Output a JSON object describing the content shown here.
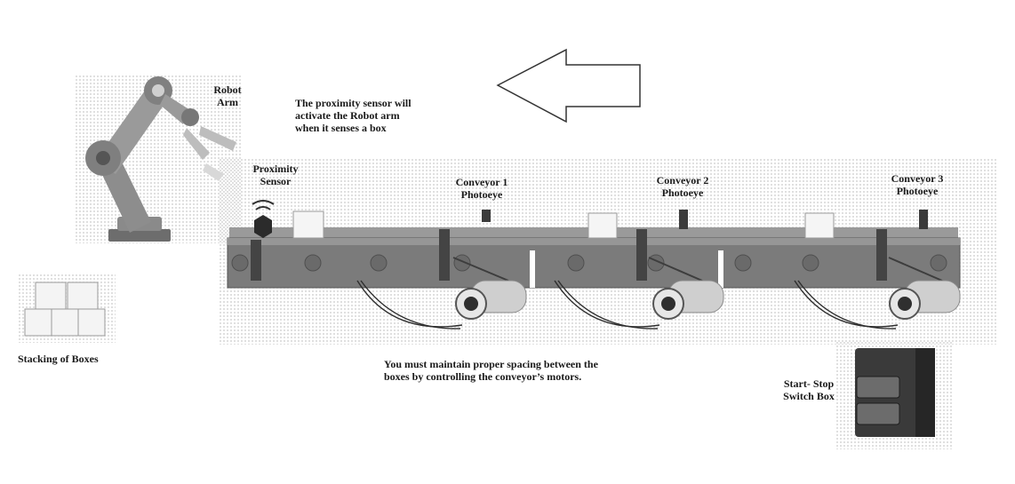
{
  "labels": {
    "robot_arm": [
      "Robot",
      "Arm"
    ],
    "proximity_sensor": [
      "Proximity",
      "Sensor"
    ],
    "conveyor1": [
      "Conveyor 1",
      "Photoeye"
    ],
    "conveyor2": [
      "Conveyor 2",
      "Photoeye"
    ],
    "conveyor3": [
      "Conveyor 3",
      "Photoeye"
    ],
    "stacking": "Stacking of Boxes",
    "switch_box": [
      "Start- Stop",
      "Switch Box"
    ]
  },
  "notes": {
    "proximity": [
      "The proximity sensor will",
      "activate the Robot arm",
      "when it senses a box"
    ],
    "spacing": [
      "You must maintain proper spacing between the",
      "boxes by controlling the conveyor’s motors."
    ]
  },
  "colors": {
    "belt": "#7b7b7b",
    "belt_dark": "#5e5e5e",
    "robot": "#8d8d8d",
    "motor": "#cfcfcf"
  }
}
